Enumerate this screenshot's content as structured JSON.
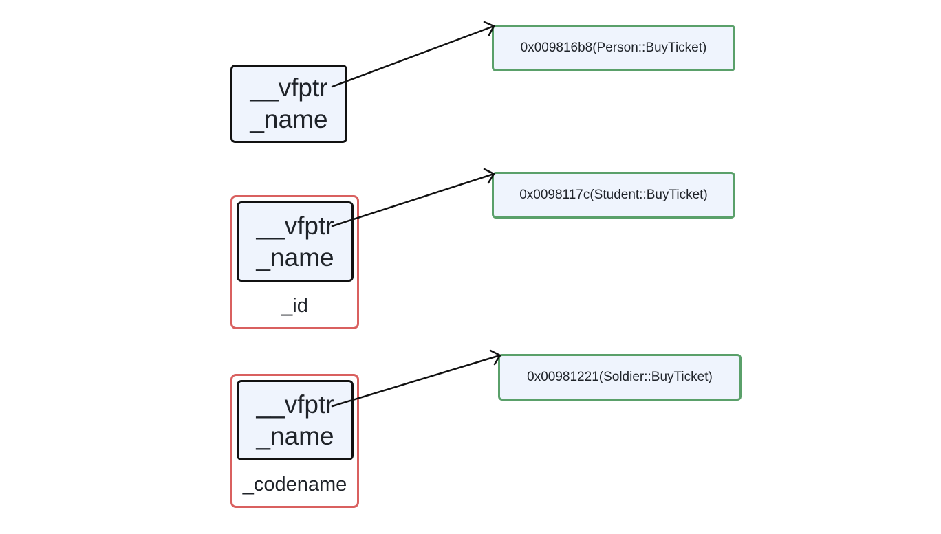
{
  "objects": [
    {
      "vfptr": "__vfptr",
      "name": "_name",
      "member": null,
      "vtable_entry": "0x009816b8(Person::BuyTicket)"
    },
    {
      "vfptr": "__vfptr",
      "name": "_name",
      "member": "_id",
      "vtable_entry": "0x0098117c(Student::BuyTicket)"
    },
    {
      "vfptr": "__vfptr",
      "name": "_name",
      "member": "_codename",
      "vtable_entry": "0x00981221(Soldier::BuyTicket)"
    }
  ],
  "colors": {
    "object_fill": "#eff4fd",
    "object_border": "#111111",
    "derived_border": "#d9605f",
    "vtable_border": "#5aa06a",
    "arrow": "#111111"
  }
}
